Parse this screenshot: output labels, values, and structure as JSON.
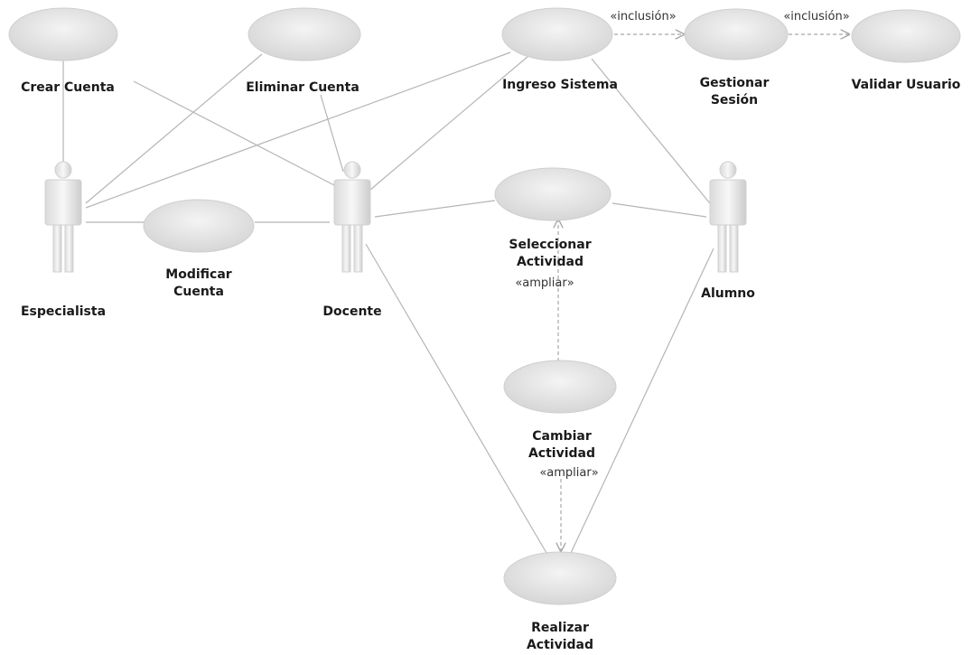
{
  "use_cases": {
    "crear_cuenta": [
      "Crear Cuenta"
    ],
    "eliminar_cuenta": [
      "Eliminar Cuenta"
    ],
    "ingreso_sistema": [
      "Ingreso Sistema"
    ],
    "gestionar_sesion": [
      "Gestionar",
      "Sesión"
    ],
    "validar_usuario": [
      "Validar Usuario"
    ],
    "modificar_cuenta": [
      "Modificar",
      "Cuenta"
    ],
    "seleccionar_actividad": [
      "Seleccionar",
      "Actividad"
    ],
    "cambiar_actividad": [
      "Cambiar",
      "Actividad"
    ],
    "realizar_actividad": [
      "Realizar",
      "Actividad"
    ]
  },
  "actors": {
    "especialista": "Especialista",
    "docente": "Docente",
    "alumno": "Alumno"
  },
  "stereotypes": {
    "include_1": "«inclusión»",
    "include_2": "«inclusión»",
    "extend_1": "«ampliar»",
    "extend_2": "«ampliar»"
  }
}
